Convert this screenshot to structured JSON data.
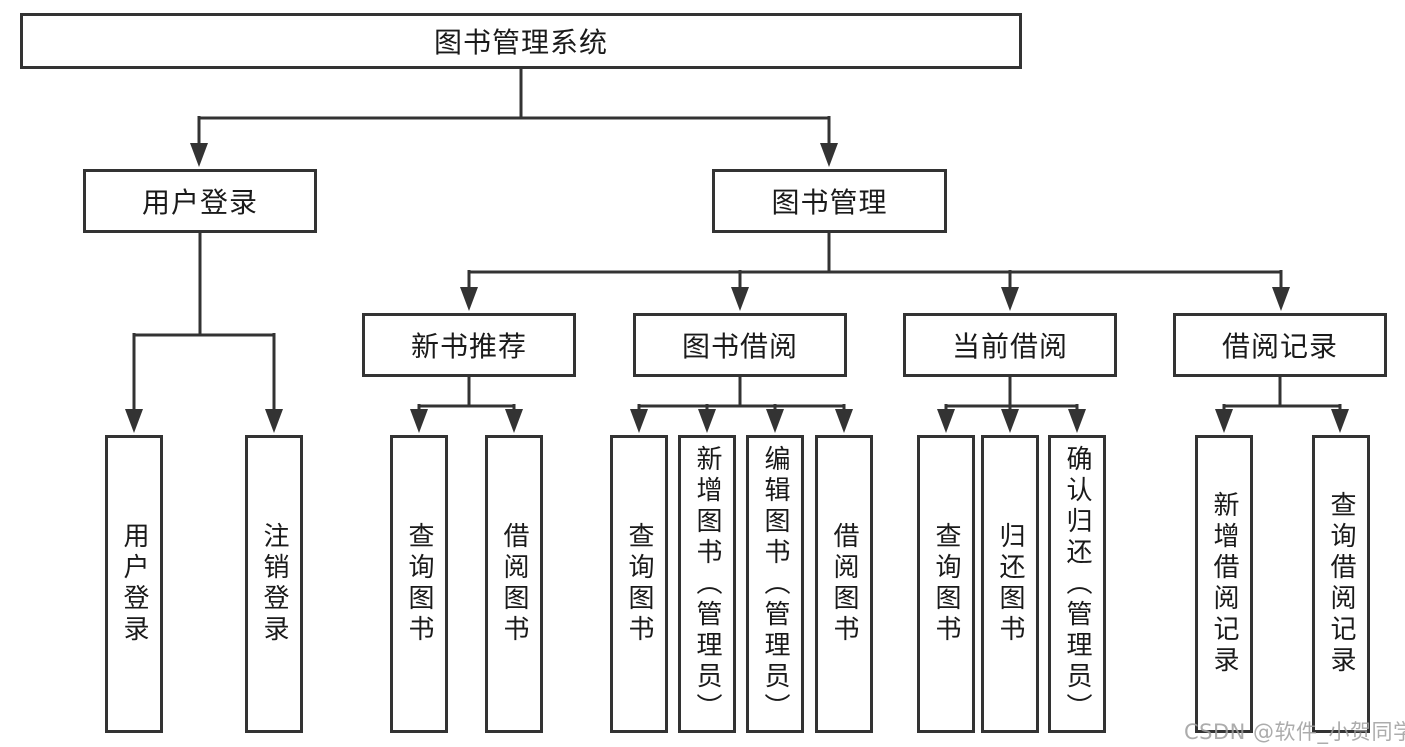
{
  "diagram": {
    "type": "tree",
    "title": "图书管理系统",
    "tree": {
      "label": "图书管理系统",
      "children": [
        {
          "label": "用户登录",
          "children": [
            {
              "label": "用户登录"
            },
            {
              "label": "注销登录"
            }
          ]
        },
        {
          "label": "图书管理",
          "children": [
            {
              "label": "新书推荐",
              "children": [
                {
                  "label": "查询图书"
                },
                {
                  "label": "借阅图书"
                }
              ]
            },
            {
              "label": "图书借阅",
              "children": [
                {
                  "label": "查询图书"
                },
                {
                  "label": "新增图书（管理员）"
                },
                {
                  "label": "编辑图书（管理员）"
                },
                {
                  "label": "借阅图书"
                }
              ]
            },
            {
              "label": "当前借阅",
              "children": [
                {
                  "label": "查询图书"
                },
                {
                  "label": "归还图书"
                },
                {
                  "label": "确认归还（管理员）"
                }
              ]
            },
            {
              "label": "借阅记录",
              "children": [
                {
                  "label": "新增借阅记录"
                },
                {
                  "label": "查询借阅记录"
                }
              ]
            }
          ]
        }
      ]
    }
  },
  "watermark": {
    "text": "CSDN @软件_小贺同学",
    "color": "#9e9e9e"
  },
  "colors": {
    "line": "#333333",
    "box_border": "#333333",
    "text": "#1a1a1a",
    "background": "#ffffff"
  }
}
